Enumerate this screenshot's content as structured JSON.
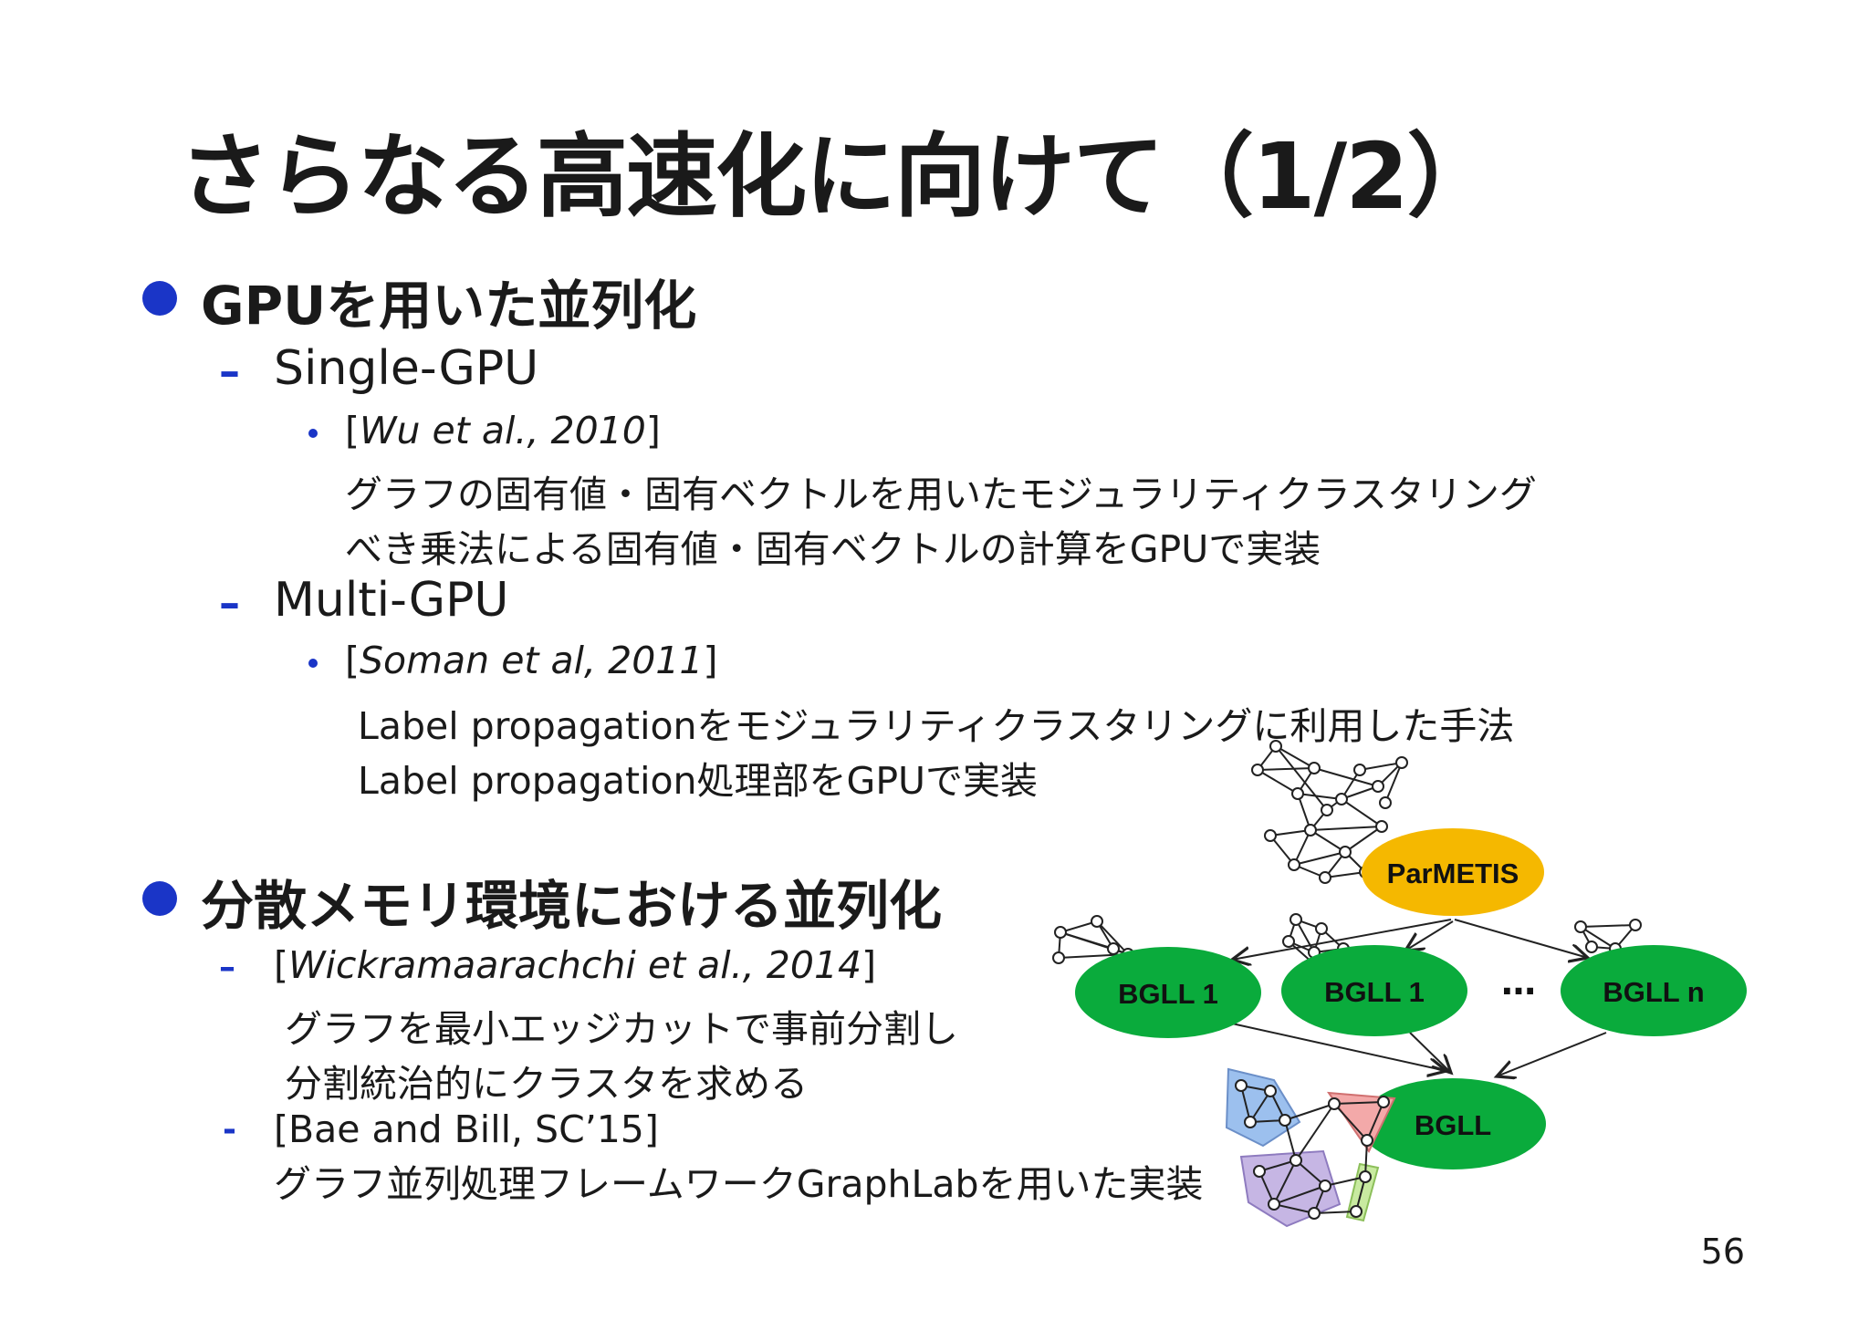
{
  "slide": {
    "title": "さらなる高速化に向けて（1/2）",
    "page_number": "56"
  },
  "section1": {
    "heading": "GPUを用いた並列化",
    "single_gpu": {
      "label": "Single-GPU",
      "ref_open": "[",
      "ref_text": "Wu et al., 2010",
      "ref_close": "]",
      "line1": "グラフの固有値・固有ベクトルを用いたモジュラリティクラスタリング",
      "line2": "べき乗法による固有値・固有ベクトルの計算をGPUで実装"
    },
    "multi_gpu": {
      "label": "Multi-GPU",
      "ref_open": "[",
      "ref_text": "Soman et al, 2011",
      "ref_close": "]",
      "line1": "Label propagationをモジュラリティクラスタリングに利用した手法",
      "line2": "Label propagation処理部をGPUで実装"
    }
  },
  "section2": {
    "heading": "分散メモリ環境における並列化",
    "item1": {
      "ref_open": "[",
      "ref_text": "Wickramaarachchi et al., 2014",
      "ref_close": "]",
      "line1": "グラフを最小エッジカットで事前分割し",
      "line2": "分割統治的にクラスタを求める"
    },
    "item2": {
      "dash": "-",
      "ref": "[Bae and Bill, SC’15]",
      "line1": "グラフ並列処理フレームワークGraphLabを用いた実装"
    }
  },
  "diagram": {
    "parmetis": "ParMETIS",
    "bgll1_a": "BGLL 1",
    "bgll1_b": "BGLL 1",
    "ellipsis": "…",
    "bglln": "BGLL n",
    "bgll": "BGLL",
    "colors": {
      "parmetis_fill": "#f5b800",
      "bgll_fill": "#0aab3c",
      "cluster_blue": "#9cc0ee",
      "cluster_red": "#f3a9a9",
      "cluster_purple": "#c6b6e4",
      "cluster_green": "#c8eaa0"
    }
  }
}
